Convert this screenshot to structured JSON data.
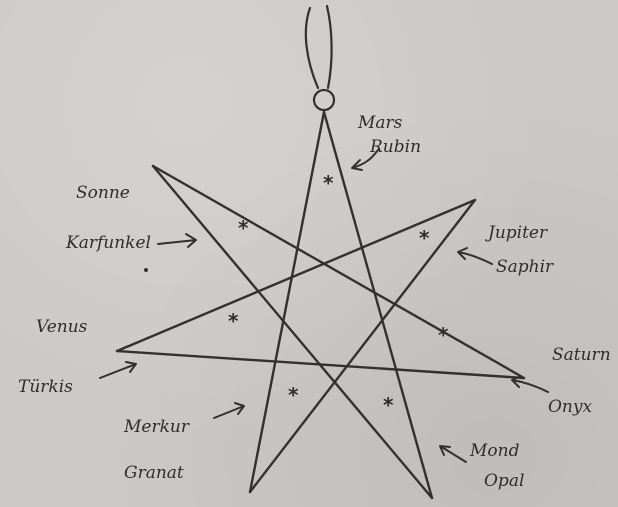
{
  "diagram": {
    "labels": [
      {
        "id": "top-ruby",
        "lines": [
          "Mars",
          "Rubin"
        ]
      },
      {
        "id": "upper-left-carbuncle",
        "lines": [
          "Sonne",
          "Karfunkel"
        ]
      },
      {
        "id": "upper-right-sapphire",
        "lines": [
          "Jupiter",
          "Saphir"
        ]
      },
      {
        "id": "left-turquoise",
        "lines": [
          "Venus",
          "Türkis"
        ]
      },
      {
        "id": "right-onyx",
        "lines": [
          "Saturn",
          "Onyx"
        ]
      },
      {
        "id": "lower-left-garnet",
        "lines": [
          "Merkur",
          "Granat"
        ]
      },
      {
        "id": "lower-right-opal",
        "lines": [
          "Mond",
          "Opal"
        ]
      }
    ],
    "point_marks": [
      "*",
      "*",
      "*",
      "*",
      "*",
      "*",
      "*"
    ]
  },
  "colors": {
    "paper": "#cbc9c5",
    "ink": "#33312e"
  }
}
